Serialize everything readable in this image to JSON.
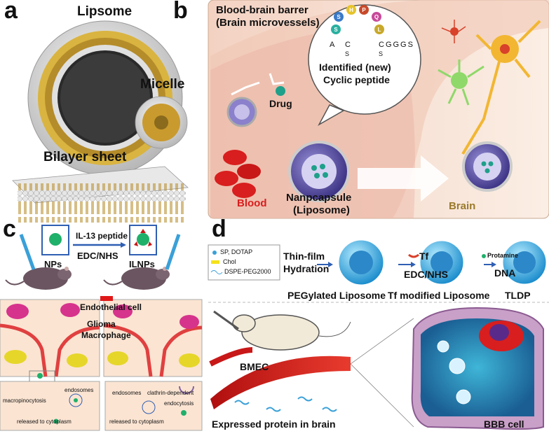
{
  "panel_a": {
    "letter": "a",
    "liposome_label": "Lipsome",
    "micelle_label": "Micelle",
    "bilayer_label": "Bilayer sheet"
  },
  "panel_b": {
    "letter": "b",
    "title_line1": "Blood-brain barrer",
    "title_line2": "(Brain microvessels)",
    "drug_label": "Drug",
    "peptide_line1": "Identified (new)",
    "peptide_line2": "Cyclic peptide",
    "sequence_tail": "CGGGS",
    "seq_a": "A",
    "seq_c": "C",
    "seq_s1": "S",
    "seq_s2": "S",
    "ring_letters": [
      "S",
      "H",
      "P",
      "Q",
      "L",
      "S"
    ],
    "blood_label": "Blood",
    "capsule_line1": "Nanpcapsule",
    "capsule_line2": "(Liposome)",
    "brain_label": "Brain"
  },
  "panel_c": {
    "letter": "c",
    "peptide_label": "IL-13 peptide",
    "reaction_label": "EDC/NHS",
    "nps_label": "NPs",
    "ilnps_label": "ILNPs",
    "endothelial_label": "Endothelial  cell",
    "glioma_label": "Glioma",
    "macrophage_label": "Macrophage",
    "left_macropino": "macropinocytosis",
    "left_endosomes": "endosomes",
    "left_released": "released to cytoplasm",
    "right_endosomes": "endosomes",
    "right_clathrin": "clathrin-dependent",
    "right_endocytosis": "endocytosis",
    "right_released": "released to cytoplasm"
  },
  "panel_d": {
    "letter": "d",
    "legend": [
      "SP, DOTAP",
      "Chol",
      "DSPE-PEG2000"
    ],
    "thin_film_line1": "Thin-film",
    "thin_film_line2": "Hydration",
    "tf_label": "Tf",
    "edc_label": "EDC/NHS",
    "protamine_label": "Protamine",
    "dna_label": "DNA",
    "peg_liposome_label": "PEGylated Liposome",
    "tf_liposome_label": "Tf modified Liposome",
    "tldp_label": "TLDP",
    "bmec_label": "BMEC",
    "expressed_label": "Expressed protein in brain",
    "bbb_label": "BBB cell"
  },
  "colors": {
    "lipid_head": "#dcdcdc",
    "lipid_tail": "#b58c2a",
    "capsule": "#5a4fa8",
    "blood": "#d81e1e",
    "brain_text": "#9a7a2a",
    "vessel_bg": "#f6ddd0",
    "arrow_blue": "#2f5fb3",
    "nanoparticle": "#1fb06a"
  }
}
